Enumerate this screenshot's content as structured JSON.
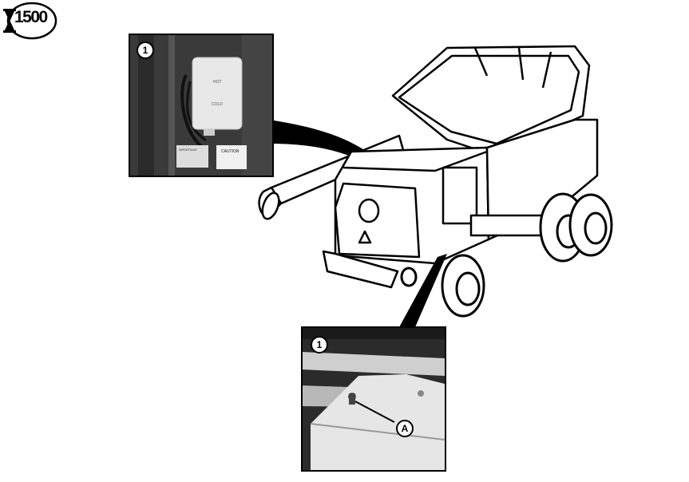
{
  "badge": {
    "model_number": "1500"
  },
  "top_inset": {
    "callout": "1",
    "tank_label_hot": "HOT",
    "tank_label_cold": "COLD",
    "caution_text": "CAUTION",
    "notice_text": "IMPORTANT"
  },
  "bottom_inset": {
    "callout": "1",
    "pointer_label": "A"
  },
  "icons": [
    "hourglass-icon",
    "arrow-pointer-icon"
  ],
  "colors": {
    "ink": "#000000",
    "paper": "#ffffff"
  }
}
